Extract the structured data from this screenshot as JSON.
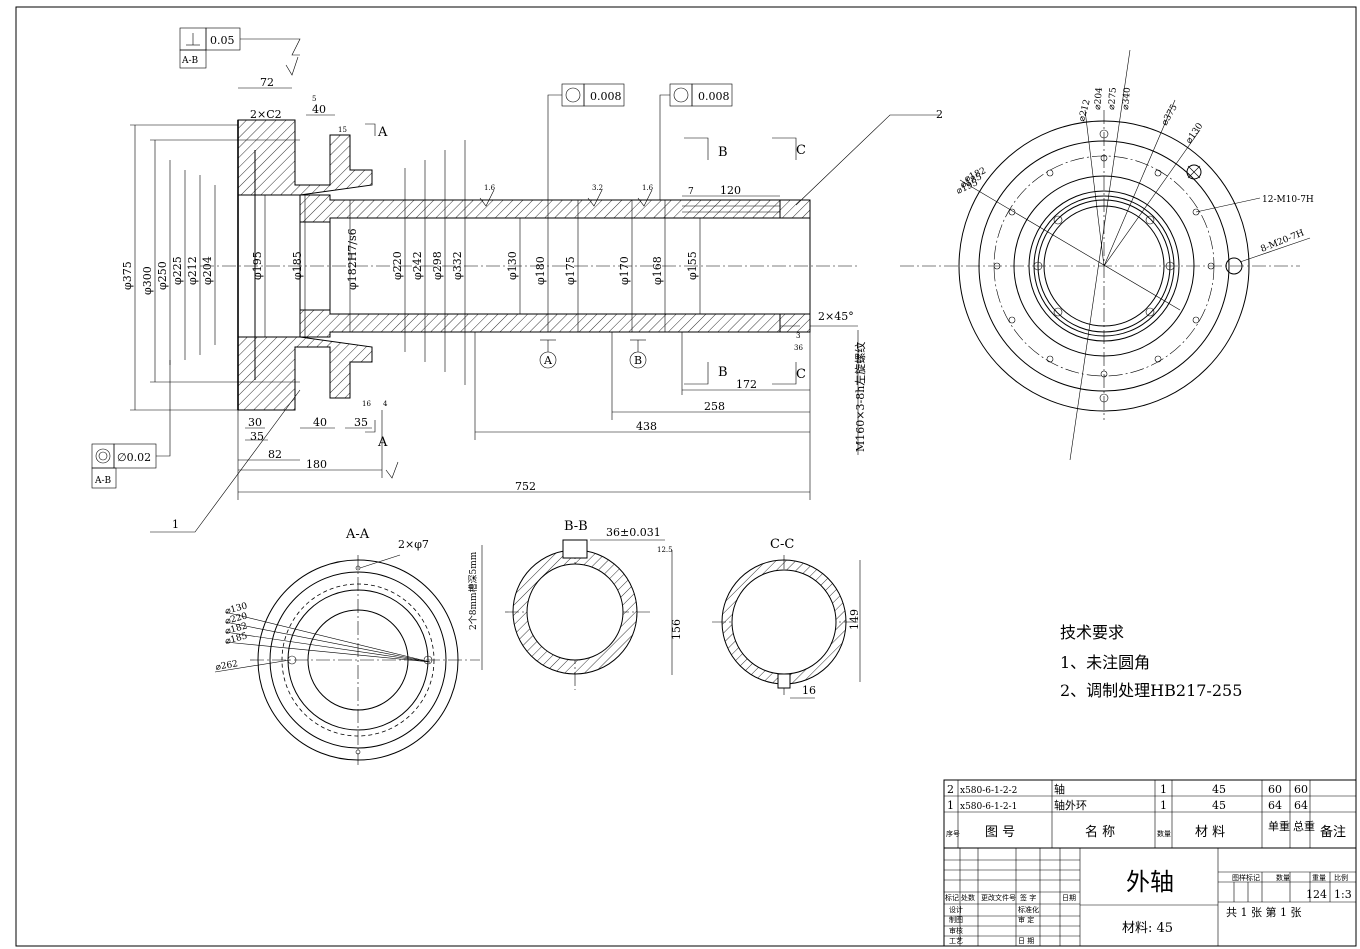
{
  "drawing": {
    "title": "外轴",
    "material_label": "材料: 45",
    "tolerances": {
      "perp": "0.05",
      "perp_ref": "A-B",
      "circ1": "0.008",
      "circ2": "0.008",
      "runout": "∅0.02",
      "runout_ref": "A-B"
    },
    "section_labels": {
      "a": "A",
      "b": "B",
      "c": "C",
      "aa": "A-A",
      "bb": "B-B",
      "cc": "C-C"
    },
    "balloons": {
      "one": "1",
      "two": "2"
    },
    "diameters": [
      "φ375",
      "φ300",
      "φ250",
      "φ225",
      "φ212",
      "φ204",
      "φ195",
      "φ185",
      "φ182H7/s6",
      "φ220",
      "φ242",
      "φ298",
      "φ332",
      "φ130",
      "φ180",
      "φ175",
      "φ170",
      "φ168",
      "φ155"
    ],
    "lengths": {
      "l72": "72",
      "l40a": "40",
      "l120": "120",
      "l7": "7",
      "l172": "172",
      "l258": "258",
      "l438": "438",
      "l30": "30",
      "l35a": "35",
      "l82": "82",
      "l180": "180",
      "l40b": "40",
      "l35b": "35",
      "l752": "752",
      "l16a": "16",
      "l4": "4",
      "l5": "5",
      "l15": "15",
      "l3": "3",
      "l36": "36"
    },
    "chamfers": {
      "c2": "2×C2",
      "c45": "2×45°"
    },
    "thread_note": "M160×3-8h左旋螺纹",
    "holes": {
      "h1": "12-M10-7H",
      "h2": "8-M20-7H"
    },
    "right_view_dims": [
      "⌀340",
      "⌀275",
      "⌀204",
      "⌀212",
      "⌀375",
      "⌀130",
      "⌀182",
      "⌀185",
      "⌀195"
    ],
    "aa_dims": {
      "holes": "2×φ7",
      "groove": "2个8mm槽深5mm",
      "d130": "⌀130",
      "d220": "⌀220",
      "d182": "⌀182",
      "d185": "⌀185",
      "d262": "⌀262"
    },
    "bb_dims": {
      "key": "36±0.031",
      "d156": "156",
      "rough": "12.5"
    },
    "cc_dims": {
      "d149": "149",
      "w16": "16"
    },
    "roughness": {
      "r16a": "1.6",
      "r32": "3.2",
      "r16b": "1.6"
    }
  },
  "tech_requirements": {
    "heading": "技术要求",
    "items": [
      "1、未注圆角",
      "2、调制处理HB217-255"
    ]
  },
  "bom": {
    "rows": [
      {
        "seq": "2",
        "code": "x580-6-1-2-2",
        "name": "轴",
        "qty": "1",
        "material": "45",
        "unit_w": "60",
        "total_w": "60",
        "note": ""
      },
      {
        "seq": "1",
        "code": "x580-6-1-2-1",
        "name": "轴外环",
        "qty": "1",
        "material": "45",
        "unit_w": "64",
        "total_w": "64",
        "note": ""
      }
    ],
    "header": {
      "seq": "序号",
      "code": "图  号",
      "name": "名  称",
      "qty": "数量",
      "material": "材  料",
      "unit_w": "单重",
      "total_w": "总重",
      "note": "备注"
    }
  },
  "title_block": {
    "labels": {
      "mark": "标记",
      "count": "处数",
      "doc": "更改文件号",
      "sign": "签 字",
      "date": "日期",
      "design": "设计",
      "draw": "制图",
      "check": "审核",
      "process": "工艺",
      "std": "标准化",
      "approve": "审 定",
      "date2": "日 期"
    },
    "stage": "图样标记",
    "weight_lbl": "重量",
    "scale_lbl": "比例",
    "qty_lbl": "数量",
    "weight": "124",
    "scale": "1:3",
    "sheets": "共  1  张   第  1  张"
  }
}
